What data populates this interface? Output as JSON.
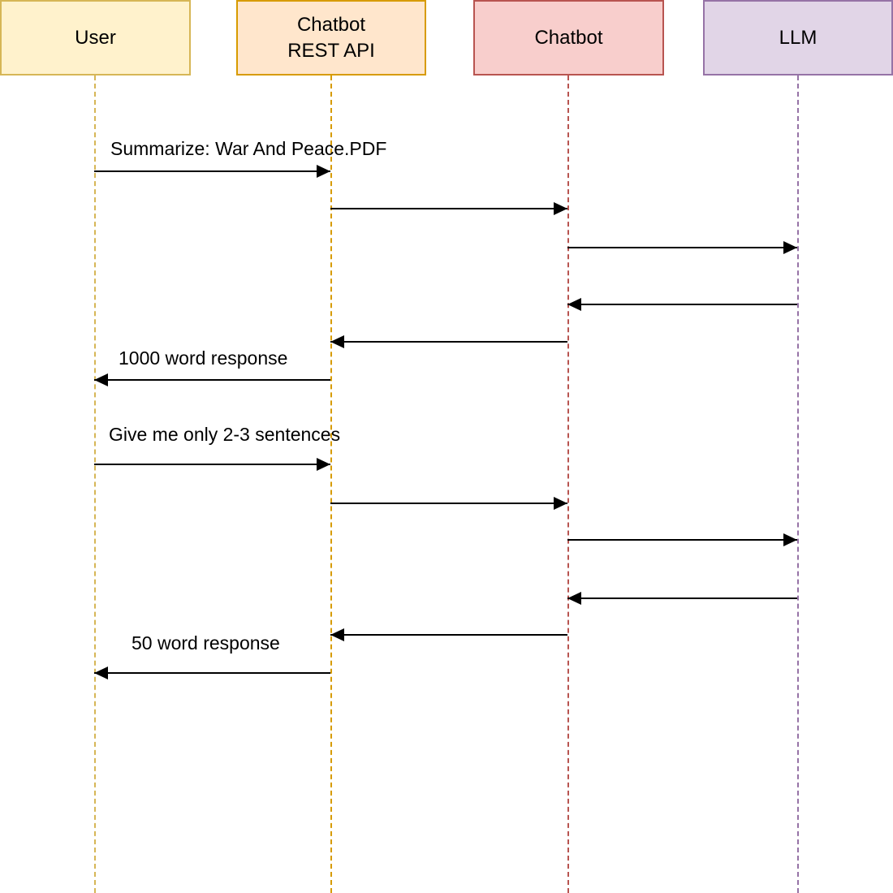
{
  "diagram_type": "sequence",
  "colors": {
    "background": "#ffffff",
    "arrow": "#000000"
  },
  "actors": [
    {
      "id": "user",
      "label": "User",
      "fill": "#fff2cc",
      "border": "#d6b656"
    },
    {
      "id": "rest-api",
      "label": "Chatbot\nREST API",
      "fill": "#ffe6cc",
      "border": "#d79b00"
    },
    {
      "id": "chatbot",
      "label": "Chatbot",
      "fill": "#f8cecc",
      "border": "#b85450"
    },
    {
      "id": "llm",
      "label": "LLM",
      "fill": "#e1d5e7",
      "border": "#9673a6"
    }
  ],
  "sequence": [
    {
      "from": "User",
      "to": "Chatbot REST API",
      "label": "Summarize: War And Peace.PDF"
    },
    {
      "from": "Chatbot REST API",
      "to": "Chatbot",
      "label": ""
    },
    {
      "from": "Chatbot",
      "to": "LLM",
      "label": ""
    },
    {
      "from": "LLM",
      "to": "Chatbot",
      "label": ""
    },
    {
      "from": "Chatbot",
      "to": "Chatbot REST API",
      "label": ""
    },
    {
      "from": "Chatbot REST API",
      "to": "User",
      "label": "1000 word response"
    },
    {
      "from": "User",
      "to": "Chatbot REST API",
      "label": "Give me only 2-3 sentences"
    },
    {
      "from": "Chatbot REST API",
      "to": "Chatbot",
      "label": ""
    },
    {
      "from": "Chatbot",
      "to": "LLM",
      "label": ""
    },
    {
      "from": "LLM",
      "to": "Chatbot",
      "label": ""
    },
    {
      "from": "Chatbot",
      "to": "Chatbot REST API",
      "label": ""
    },
    {
      "from": "Chatbot REST API",
      "to": "User",
      "label": "50 word response"
    }
  ]
}
